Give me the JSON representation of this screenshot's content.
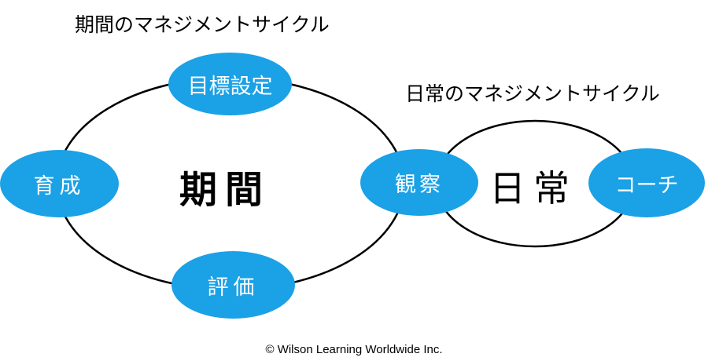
{
  "titles": {
    "period_cycle": "期間のマネジメントサイクル",
    "daily_cycle": "日常のマネジメントサイクル"
  },
  "centers": {
    "period": "期間",
    "daily": "日常"
  },
  "nodes": {
    "goal_setting": "目標設定",
    "development": "育成",
    "evaluation": "評価",
    "observation": "観察",
    "coaching": "コーチ"
  },
  "colors": {
    "node_fill": "#1ba1e6",
    "node_text": "#ffffff",
    "outline": "#000000"
  },
  "footer": {
    "copyright": "© Wilson Learning Worldwide Inc."
  }
}
